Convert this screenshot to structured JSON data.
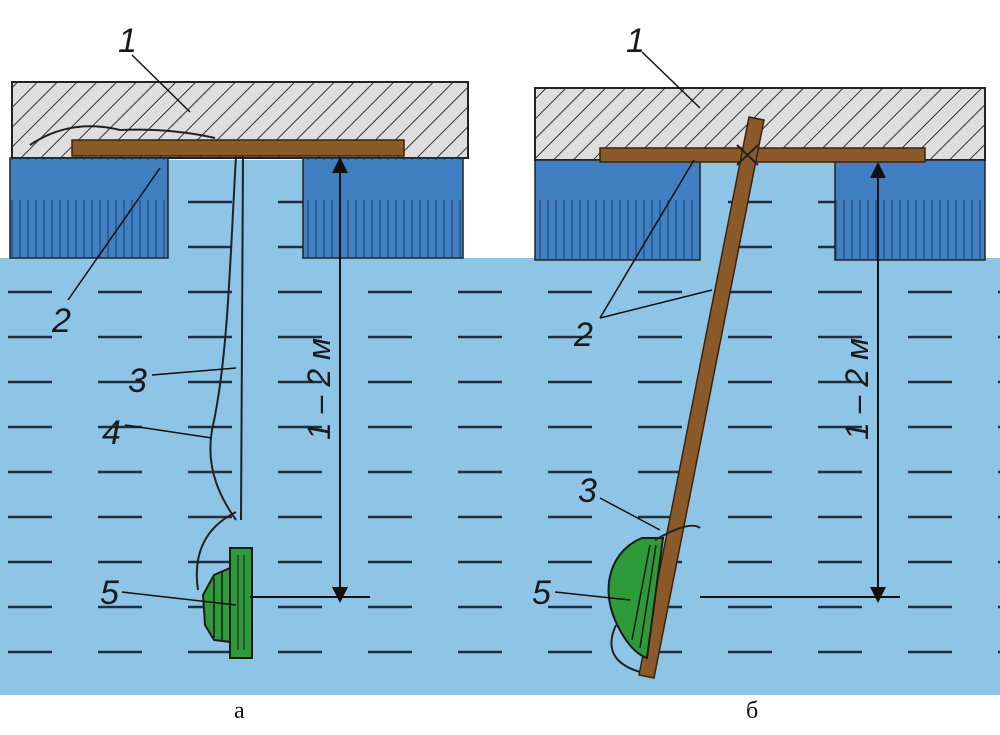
{
  "colors": {
    "ice_hatch_bg": "#dedede",
    "hatch_line": "#333333",
    "snow_block": "#3f7fc2",
    "water": "#8ec4e6",
    "water_dash": "#1f2f3f",
    "board": "#8a5a2b",
    "charge": "#2f9a3a",
    "line": "#222222"
  },
  "labels": {
    "ice": "1",
    "board": "2",
    "wire_line": "3",
    "cord": "4",
    "charge": "5",
    "depth": "1 – 2 м"
  },
  "captions": {
    "left": "а",
    "right": "б"
  }
}
